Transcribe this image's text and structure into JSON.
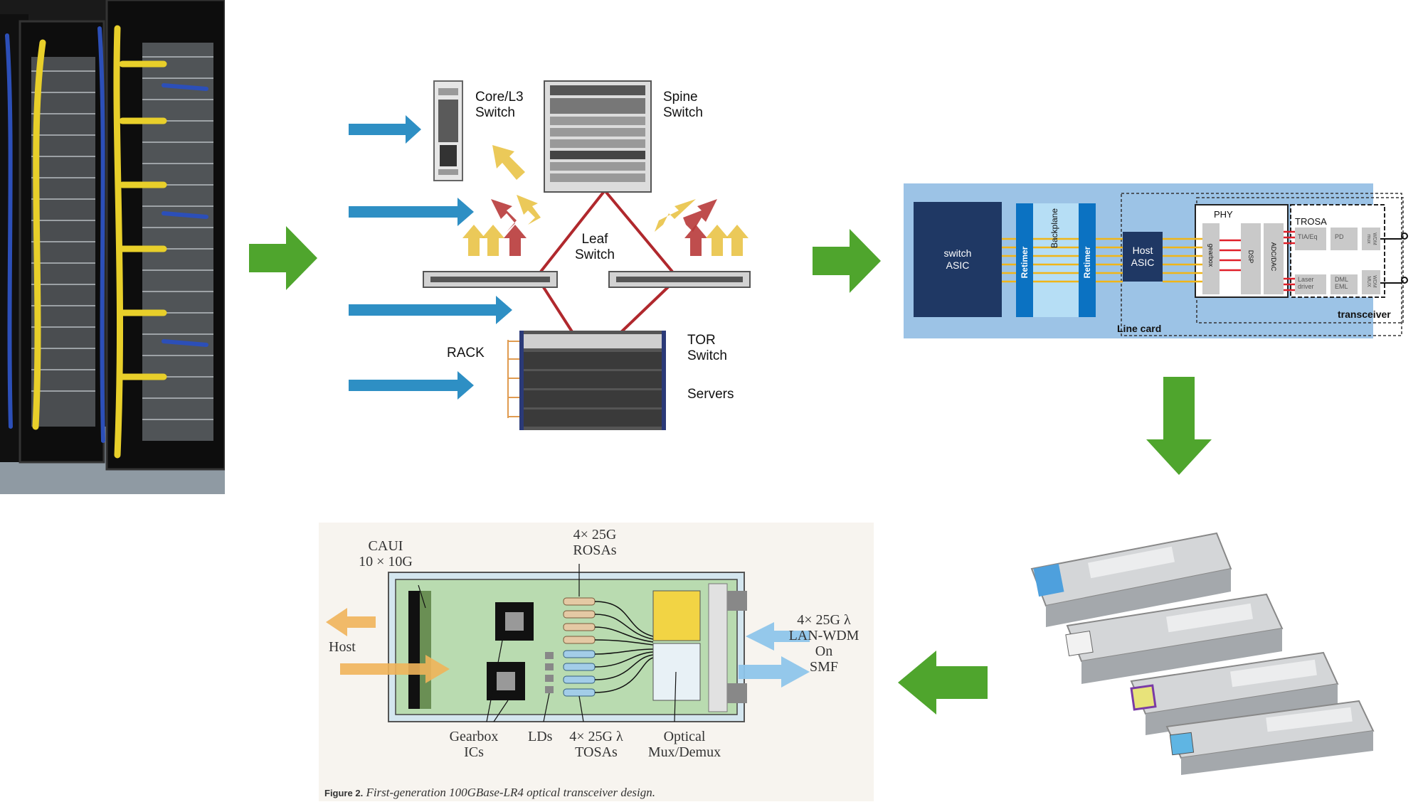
{
  "network": {
    "core_label": "Core/L3\nSwitch",
    "spine_label": "Spine\nSwitch",
    "leaf_label": "Leaf\nSwitch",
    "rack_label": "RACK",
    "tor_label": "TOR\nSwitch",
    "servers_label": "Servers"
  },
  "linecard": {
    "switch_asic": "switch\nASIC",
    "retimer_left": "Retimer",
    "backplane": "Backplane",
    "retimer_right": "Retimer",
    "host_asic": "Host\nASIC",
    "phy": "PHY",
    "gearbox": "gearbox",
    "dsp": "DSP",
    "adc_dac": "ADC/DAC",
    "trosa": "TROSA",
    "tia_eq": "TIA/Eq",
    "pd": "PD",
    "laser_driver": "Laser\ndriver",
    "dml_eml": "DML\nEML",
    "wdm_mux_top": "WDM\nmux",
    "wdm_mux_bottom": "WDM\nMUX",
    "transceiver": "transceiver",
    "line_card": "Line card"
  },
  "lr4": {
    "caui": "CAUI\n10 × 10G",
    "rosas": "4× 25G\nROSAs",
    "host": "Host",
    "lan_wdm": "4× 25G λ\nLAN-WDM\nOn\nSMF",
    "gearbox_ics": "Gearbox\nICs",
    "lds": "LDs",
    "tosas": "4× 25G λ\nTOSAs",
    "optical_mux": "Optical\nMux/Demux",
    "caption_prefix": "Figure 2.",
    "caption_text": "First-generation 100GBase-LR4 optical transceiver design."
  },
  "colors": {
    "flow_arrow_green": "#4fa52d",
    "input_arrow_blue": "#2e8fc4",
    "linecard_bg": "#9cc3e6",
    "asic_navy": "#1f3864",
    "retimer_blue": "#0b72c2",
    "backplane_light": "#b6def5",
    "pcb_green": "#b9dbb0"
  }
}
